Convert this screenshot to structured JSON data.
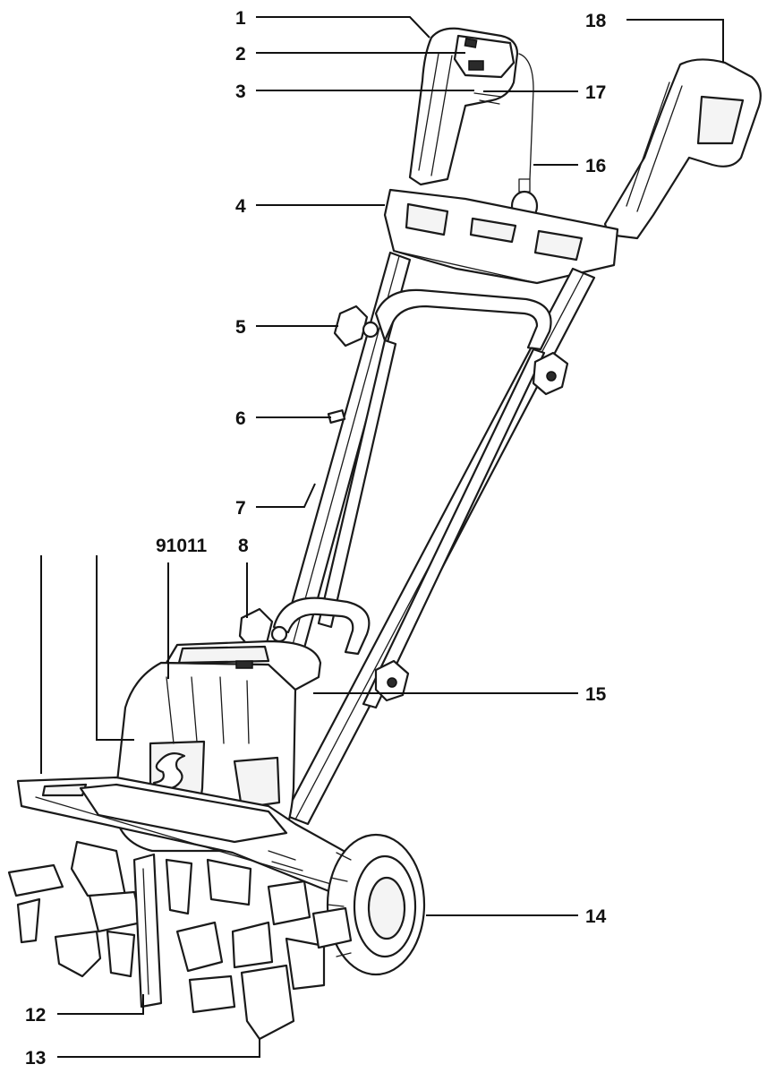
{
  "model_number": "91011",
  "callouts": [
    {
      "id": "1",
      "label": "1"
    },
    {
      "id": "2",
      "label": "2"
    },
    {
      "id": "3",
      "label": "3"
    },
    {
      "id": "4",
      "label": "4"
    },
    {
      "id": "5",
      "label": "5"
    },
    {
      "id": "6",
      "label": "6"
    },
    {
      "id": "7",
      "label": "7"
    },
    {
      "id": "8",
      "label": "8"
    },
    {
      "id": "12",
      "label": "12"
    },
    {
      "id": "13",
      "label": "13"
    },
    {
      "id": "14",
      "label": "14"
    },
    {
      "id": "15",
      "label": "15"
    },
    {
      "id": "16",
      "label": "16"
    },
    {
      "id": "17",
      "label": "17"
    },
    {
      "id": "18",
      "label": "18"
    }
  ],
  "colors": {
    "line": "#1a1a1a",
    "background": "#ffffff"
  }
}
